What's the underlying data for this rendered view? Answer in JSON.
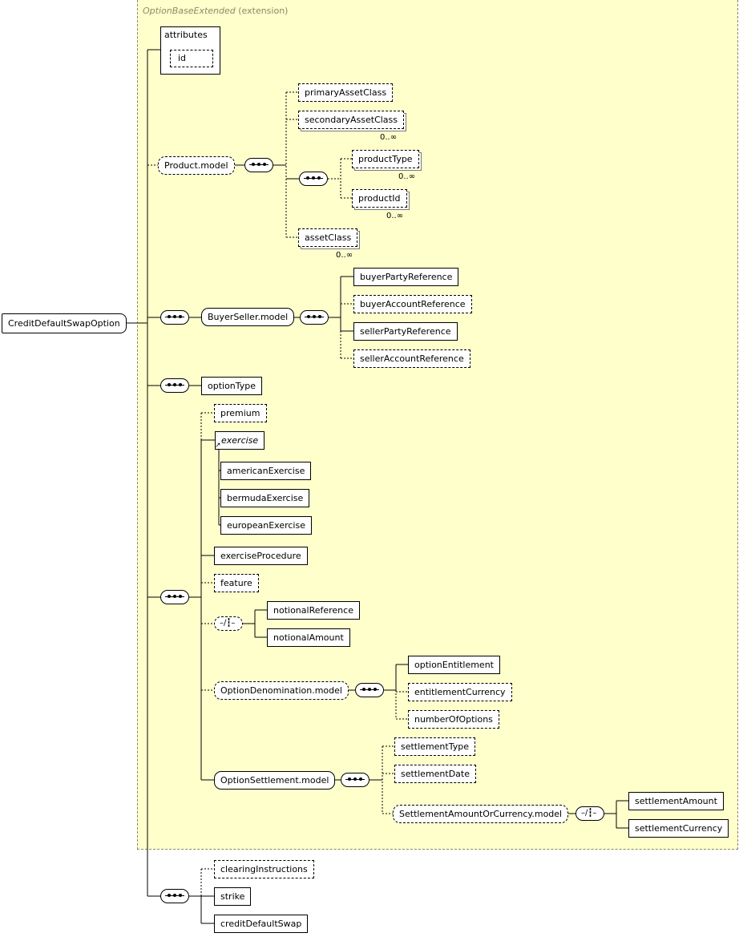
{
  "extension": {
    "type_name": "OptionBaseExtended",
    "suffix": "(extension)"
  },
  "root": {
    "label": "CreditDefaultSwapOption"
  },
  "attributes": {
    "label": "attributes",
    "id": "id"
  },
  "product": {
    "group": "Product.model",
    "primary": "primaryAssetClass",
    "secondary": "secondaryAssetClass",
    "secondary_card": "0..∞",
    "product_type": "productType",
    "product_type_card": "0..∞",
    "product_id": "productId",
    "product_id_card": "0..∞",
    "asset_class": "assetClass",
    "asset_class_card": "0..∞"
  },
  "buyer_seller": {
    "group": "BuyerSeller.model",
    "buyer_party": "buyerPartyReference",
    "buyer_account": "buyerAccountReference",
    "seller_party": "sellerPartyReference",
    "seller_account": "sellerAccountReference"
  },
  "option_type": "optionType",
  "option": {
    "premium": "premium",
    "exercise": "exercise",
    "american": "americanExercise",
    "bermuda": "bermudaExercise",
    "european": "europeanExercise",
    "exercise_procedure": "exerciseProcedure",
    "feature": "feature",
    "notional_reference": "notionalReference",
    "notional_amount": "notionalAmount",
    "denomination_group": "OptionDenomination.model",
    "option_entitlement": "optionEntitlement",
    "entitlement_currency": "entitlementCurrency",
    "number_of_options": "numberOfOptions",
    "settlement_group": "OptionSettlement.model",
    "settlement_type": "settlementType",
    "settlement_date": "settlementDate",
    "amount_or_currency_group": "SettlementAmountOrCurrency.model",
    "settlement_amount": "settlementAmount",
    "settlement_currency": "settlementCurrency"
  },
  "cds": {
    "clearing_instructions": "clearingInstructions",
    "strike": "strike",
    "credit_default_swap": "creditDefaultSwap"
  }
}
